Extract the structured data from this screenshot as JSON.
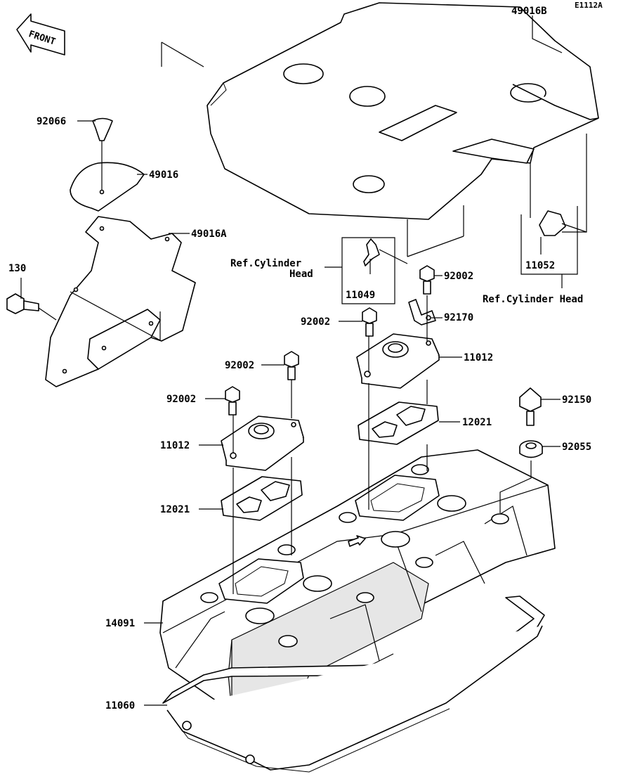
{
  "diagram": {
    "figure_code": "E1112A",
    "front_label": "FRONT",
    "ref_cylinder_head_1_line1": "Ref.Cylinder",
    "ref_cylinder_head_1_line2": "Head",
    "ref_cylinder_head_2": "Ref.Cylinder Head",
    "parts": [
      {
        "number": "49016B"
      },
      {
        "number": "92066"
      },
      {
        "number": "49016"
      },
      {
        "number": "49016A"
      },
      {
        "number": "130"
      },
      {
        "number": "11049"
      },
      {
        "number": "11052"
      },
      {
        "number": "92002"
      },
      {
        "number": "92170"
      },
      {
        "number": "92002"
      },
      {
        "number": "11012"
      },
      {
        "number": "92002"
      },
      {
        "number": "12021"
      },
      {
        "number": "92002"
      },
      {
        "number": "92150"
      },
      {
        "number": "11012"
      },
      {
        "number": "92055"
      },
      {
        "number": "12021"
      },
      {
        "number": "14091"
      },
      {
        "number": "11060"
      }
    ]
  }
}
